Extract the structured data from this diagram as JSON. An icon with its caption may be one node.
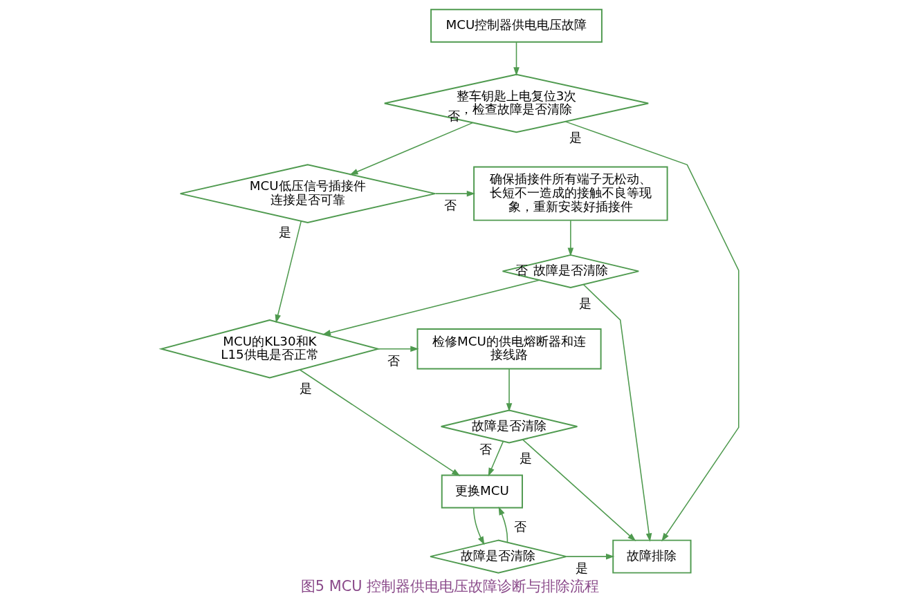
{
  "diagram": {
    "caption": "图5 MCU 控制器供电电压故障诊断与排除流程",
    "nodes": [
      {
        "text": [
          "MCU控制器供电电压故障"
        ]
      },
      {
        "text": [
          "整车钥匙上电复位3次，检查故障是否清除"
        ]
      },
      {
        "text": [
          "MCU低压信号插接件连接是否可靠"
        ]
      },
      {
        "text": [
          "确保插接件所有端子无松动、长短不一造成的接触不良等现象，重新安装好插接件"
        ]
      },
      {
        "text": [
          "故障是否清除"
        ]
      },
      {
        "text": [
          "MCU的KL30和KL15供电是否正常"
        ]
      },
      {
        "text": [
          "检修MCU的供电熔断器和连接线路"
        ]
      },
      {
        "text": [
          "故障是否清除"
        ]
      },
      {
        "text": [
          "更换MCU"
        ]
      },
      {
        "text": [
          "故障是否清除"
        ]
      },
      {
        "text": [
          "故障排除"
        ]
      }
    ],
    "edges": [
      {
        "from": 0,
        "to": 1,
        "arrow": "to"
      },
      {
        "from": 1,
        "to": 10,
        "arrow": "to",
        "label": "是"
      },
      {
        "from": 1,
        "to": 2,
        "arrow": "to",
        "label": "否"
      },
      {
        "from": 2,
        "to": 3,
        "arrow": "to",
        "label": "否"
      },
      {
        "from": 3,
        "to": 4,
        "arrow": "to"
      },
      {
        "from": 2,
        "to": 5,
        "arrow": "to",
        "label": "是"
      },
      {
        "from": 4,
        "to": 5,
        "arrow": "to",
        "label": "否"
      },
      {
        "from": 4,
        "to": 10,
        "arrow": "to",
        "label": "是"
      },
      {
        "from": 5,
        "to": 6,
        "arrow": "to",
        "label": "否"
      },
      {
        "from": 6,
        "to": 7,
        "arrow": "to"
      },
      {
        "from": 5,
        "to": 8,
        "arrow": "to",
        "label": "是"
      },
      {
        "from": 7,
        "to": 8,
        "arrow": "to",
        "label": "否"
      },
      {
        "from": 7,
        "to": 10,
        "arrow": "to",
        "label": "是"
      },
      {
        "from": 8,
        "to": 9,
        "arrow": "to"
      },
      {
        "from": 9,
        "to": 8,
        "arrow": "to",
        "label": "否"
      },
      {
        "from": 9,
        "to": 10,
        "arrow": "to",
        "label": "是"
      }
    ]
  }
}
